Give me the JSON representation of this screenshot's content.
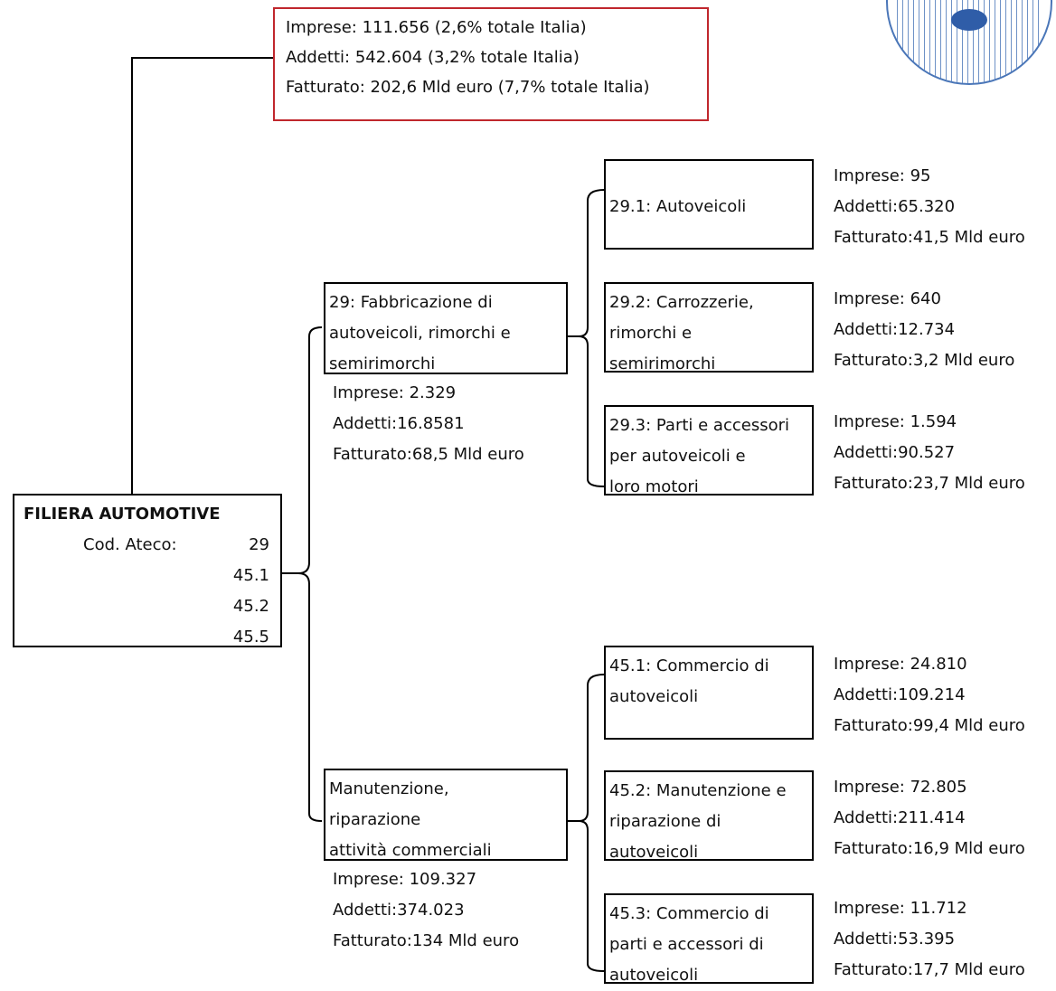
{
  "summary": {
    "line1": "Imprese: 111.656 (2,6% totale Italia)",
    "line2": "Addetti: 542.604 (3,2% totale Italia)",
    "line3": "Fatturato: 202,6 Mld euro (7,7% totale Italia)"
  },
  "root": {
    "title": "FILIERA AUTOMOTIVE",
    "cod_label": "Cod. Ateco:",
    "codes": [
      "29",
      "45.1",
      "45.2",
      "45.5"
    ]
  },
  "branches": [
    {
      "label_lines": [
        "29: Fabbricazione di",
        "autoveicoli, rimorchi e",
        "semirimorchi"
      ],
      "stats": [
        "Imprese: 2.329",
        "Addetti:16.8581",
        "Fatturato:68,5 Mld euro"
      ],
      "children": [
        {
          "label_lines": [
            "29.1: Autoveicoli"
          ],
          "stats": [
            "Imprese: 95",
            "Addetti:65.320",
            "Fatturato:41,5 Mld euro"
          ]
        },
        {
          "label_lines": [
            "29.2: Carrozzerie,",
            "rimorchi e",
            "semirimorchi"
          ],
          "stats": [
            "Imprese: 640",
            "Addetti:12.734",
            "Fatturato:3,2 Mld euro"
          ]
        },
        {
          "label_lines": [
            "29.3: Parti e accessori",
            "per autoveicoli e",
            "loro motori"
          ],
          "stats": [
            "Imprese: 1.594",
            "Addetti:90.527",
            "Fatturato:23,7 Mld euro"
          ]
        }
      ]
    },
    {
      "label_lines": [
        "Manutenzione,",
        "riparazione",
        "attività commerciali"
      ],
      "stats": [
        "Imprese: 109.327",
        "Addetti:374.023",
        "Fatturato:134 Mld euro"
      ],
      "children": [
        {
          "label_lines": [
            "45.1: Commercio di",
            "autoveicoli"
          ],
          "stats": [
            "Imprese: 24.810",
            "Addetti:109.214",
            "Fatturato:99,4 Mld euro"
          ]
        },
        {
          "label_lines": [
            "45.2: Manutenzione e",
            "riparazione di",
            "autoveicoli"
          ],
          "stats": [
            "Imprese: 72.805",
            "Addetti:211.414",
            "Fatturato:16,9 Mld euro"
          ]
        },
        {
          "label_lines": [
            "45.3: Commercio di",
            "parti e accessori di",
            "autoveicoli"
          ],
          "stats": [
            "Imprese: 11.712",
            "Addetti:53.395",
            "Fatturato:17,7 Mld euro"
          ]
        }
      ]
    }
  ],
  "colors": {
    "summary_border": "#c0272d",
    "line": "#000000",
    "logo": "#4a76b8"
  },
  "icons": {
    "logo": "circular-striped-logo-icon"
  }
}
